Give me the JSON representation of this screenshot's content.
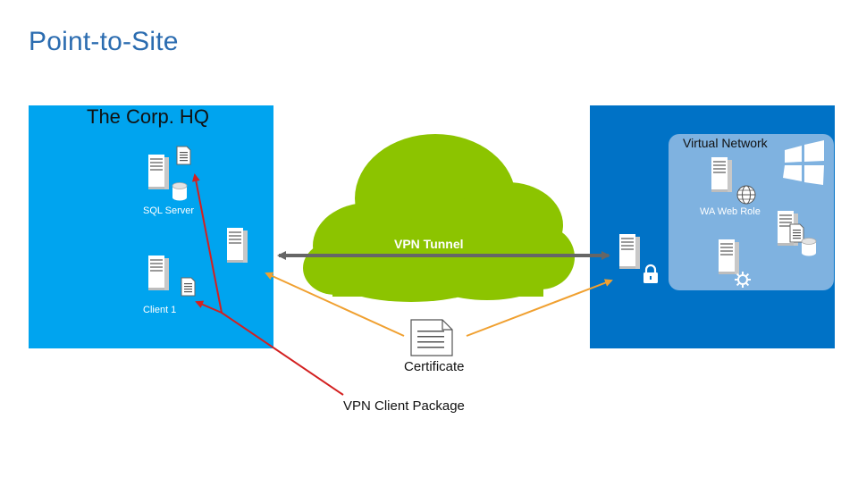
{
  "slide": {
    "title": "Point-to-Site"
  },
  "corp_hq": {
    "title": "The Corp. HQ",
    "sql_server_label": "SQL Server",
    "client_label": "Client 1"
  },
  "virtual_network": {
    "title": "Virtual Network",
    "web_role_label": "WA Web Role"
  },
  "tunnel": {
    "label": "VPN Tunnel"
  },
  "certificate": {
    "label": "Certificate"
  },
  "vpn_package": {
    "label": "VPN Client Package"
  },
  "colors": {
    "hq_panel": "#00a4ef",
    "azure_panel": "#0072c6",
    "vnet_box": "#7fb2e0",
    "cloud": "#8cc400",
    "tunnel_arrow": "#666666",
    "cert_arrows": "#f0a030",
    "package_arrows": "#d32020"
  },
  "icons": [
    "server-icon",
    "document-icon",
    "database-icon",
    "globe-icon",
    "lock-icon",
    "windows-logo-icon",
    "certificate-icon",
    "gear-icon"
  ]
}
